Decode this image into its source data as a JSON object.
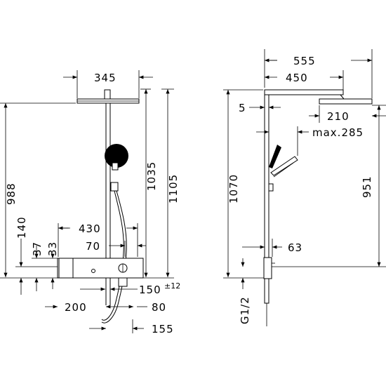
{
  "front_view": {
    "width_345": "345",
    "height_988": "988",
    "height_1035": "1035",
    "height_1105": "1105",
    "depth_430": "430",
    "height_140": "140",
    "height_37": "37",
    "height_33": "33",
    "dim_70": "70",
    "dim_150": "150",
    "tolerance": "±12",
    "dim_200": "200",
    "dim_80": "80",
    "dim_155": "155"
  },
  "side_view": {
    "dim_555": "555",
    "dim_450": "450",
    "dim_5": "5",
    "dim_210": "210",
    "max_285": "max.285",
    "height_1070": "1070",
    "height_951": "951",
    "dim_63": "63",
    "thread": "G1/2"
  }
}
